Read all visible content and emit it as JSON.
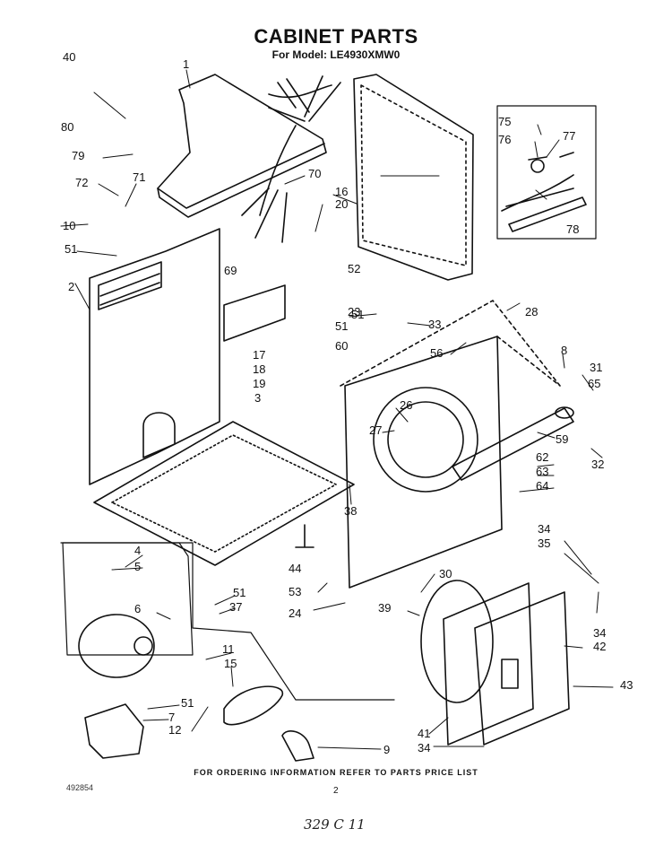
{
  "title": "CABINET PARTS",
  "subtitle": "For Model: LE4930XMW0",
  "footer": "FOR ORDERING INFORMATION REFER TO PARTS PRICE LIST",
  "page_number": "2",
  "doc_code": "492854",
  "handwritten_note": "329 C 11",
  "callouts": [
    "40",
    "1",
    "80",
    "79",
    "72",
    "71",
    "10",
    "51",
    "2",
    "70",
    "16",
    "20",
    "69",
    "51",
    "17",
    "18",
    "19",
    "60",
    "3",
    "51",
    "52",
    "23",
    "33",
    "28",
    "56",
    "8",
    "31",
    "65",
    "26",
    "27",
    "59",
    "32",
    "62",
    "63",
    "64",
    "38",
    "75",
    "76",
    "77",
    "78",
    "4",
    "5",
    "6",
    "51",
    "37",
    "11",
    "15",
    "51",
    "7",
    "12",
    "44",
    "53",
    "24",
    "30",
    "39",
    "41",
    "34",
    "9",
    "34",
    "35",
    "34",
    "42",
    "43"
  ]
}
